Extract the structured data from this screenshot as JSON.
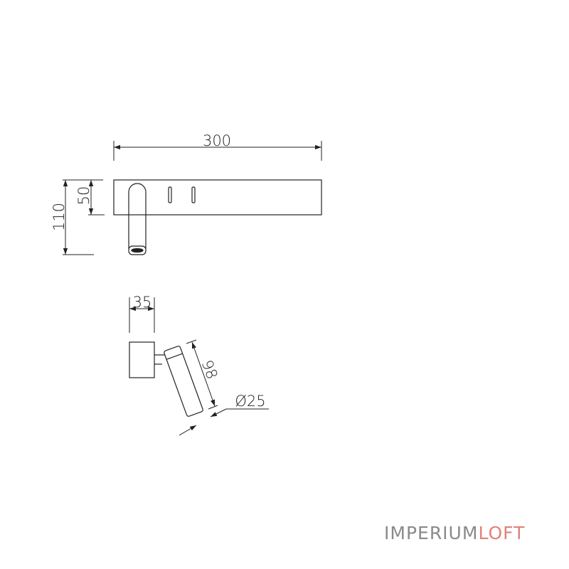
{
  "dimensions": {
    "width": "300",
    "height_total": "110",
    "height_plate": "50",
    "depth": "35",
    "arm_length": "98",
    "diameter": "Ø25"
  },
  "brand": {
    "part1": "IMPERIUM",
    "part2": "LOFT",
    "color_primary": "#8a8a8a",
    "color_accent": "#e0827a"
  }
}
